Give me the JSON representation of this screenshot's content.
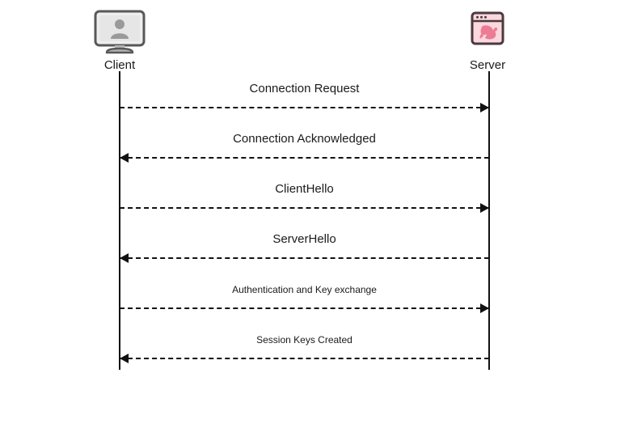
{
  "diagram": {
    "type": "sequence-diagram",
    "background_color": "#ffffff",
    "line_color": "#111111",
    "text_color": "#1a1a1a",
    "participants": [
      {
        "id": "client",
        "label": "Client",
        "icon": "desktop-monitor-user-icon",
        "icon_colors": {
          "frame": "#585858",
          "screen": "#eeeeee",
          "avatar": "#9a9a9a",
          "stand": "#b4b4b4"
        }
      },
      {
        "id": "server",
        "label": "Server",
        "icon": "browser-window-pink-animal-icon",
        "icon_colors": {
          "frame": "#4a3a3e",
          "body": "#fbd7de",
          "titlebar": "#fbd7de",
          "mark": "#ec7b94",
          "dots": "#d4607c"
        }
      }
    ],
    "messages": [
      {
        "label": "Connection Request",
        "direction": "right",
        "size": "lg"
      },
      {
        "label": "Connection Acknowledged",
        "direction": "left",
        "size": "lg"
      },
      {
        "label": "ClientHello",
        "direction": "right",
        "size": "lg"
      },
      {
        "label": "ServerHello",
        "direction": "left",
        "size": "lg"
      },
      {
        "label": "Authentication and Key exchange",
        "direction": "right",
        "size": "sm"
      },
      {
        "label": "Session Keys Created",
        "direction": "left",
        "size": "sm"
      }
    ]
  }
}
